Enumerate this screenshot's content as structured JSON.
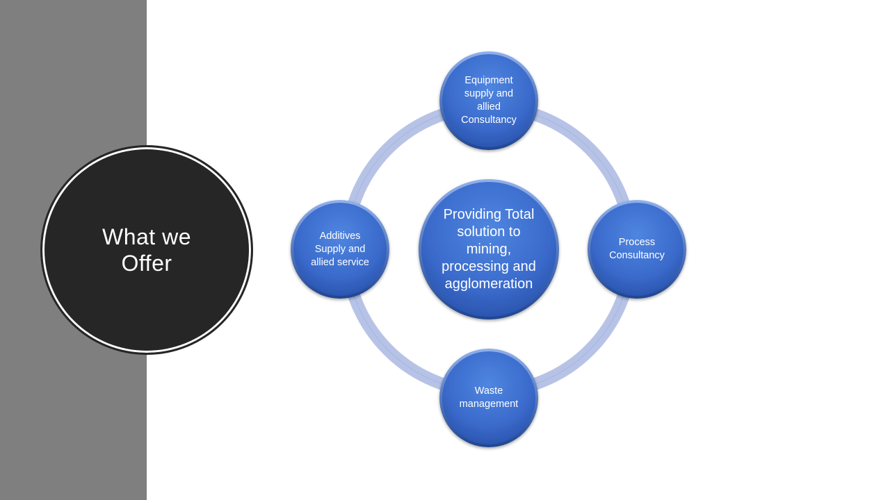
{
  "title": {
    "text_line1": "What we",
    "text_line2": "Offer"
  },
  "center_node": {
    "line1": "Providing Total",
    "line2": "solution to",
    "line3": "mining,",
    "line4": "processing and",
    "line5": "agglomeration"
  },
  "nodes": {
    "top": {
      "line1": "Equipment",
      "line2": "supply and",
      "line3": "allied",
      "line4": "Consultancy"
    },
    "right": {
      "line1": "Process",
      "line2": "Consultancy"
    },
    "bottom": {
      "line1": "Waste",
      "line2": "management"
    },
    "left": {
      "line1": "Additives",
      "line2": "Supply and",
      "line3": "allied service"
    }
  },
  "colors": {
    "side_panel": "#7f7f7f",
    "title_circle": "#262626",
    "node_fill": "#3f6fcf",
    "ring": "#b4c1e4"
  }
}
